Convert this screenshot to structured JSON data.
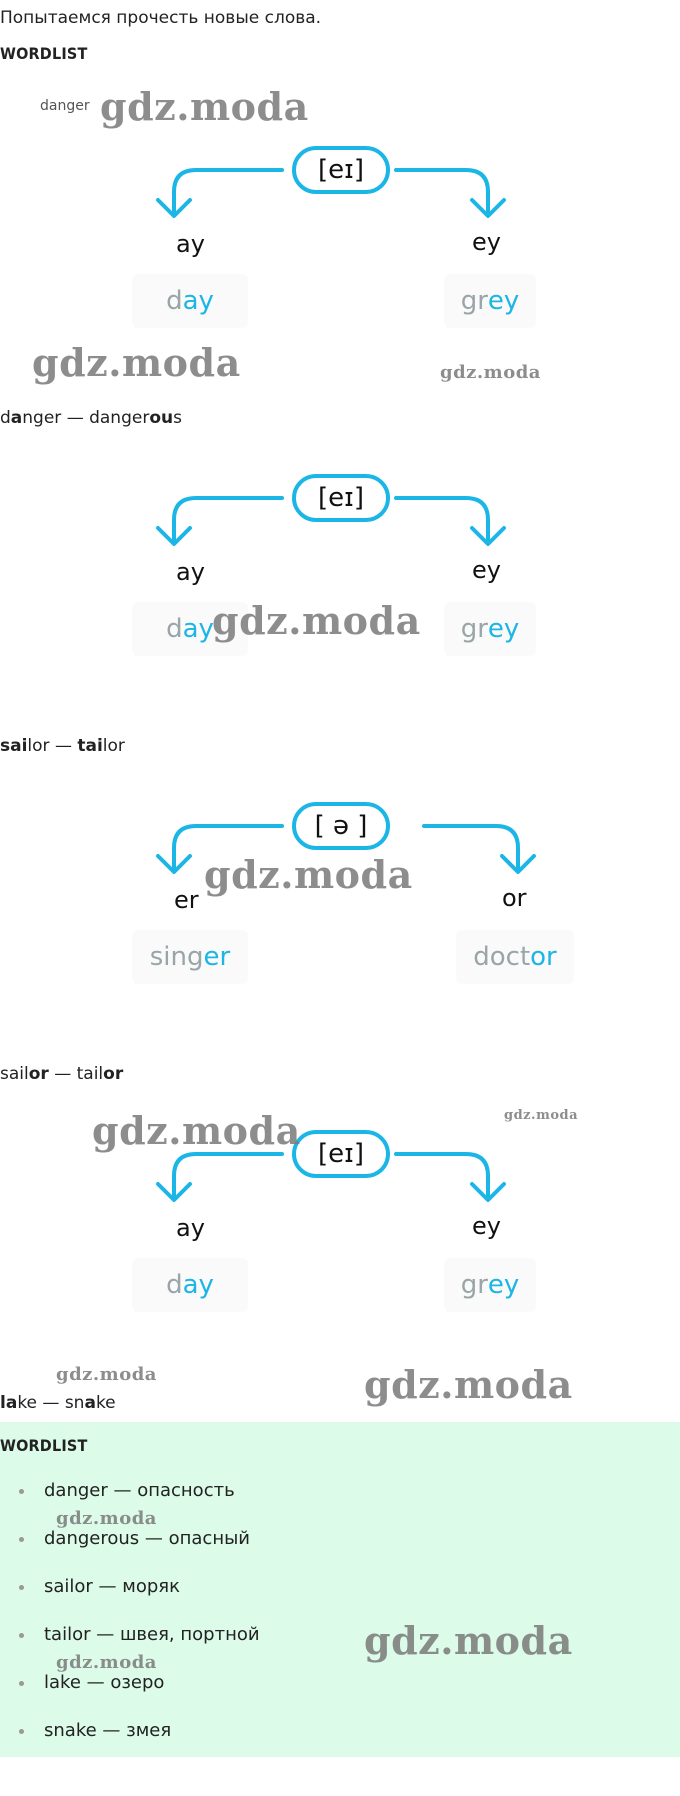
{
  "intro": "Попытаемся прочесть новые слова.",
  "wordlist_heading": "WORDLIST",
  "watermark": "gdz.moda",
  "top_partial_text": "danger",
  "diagrams": [
    {
      "sound": "[eɪ]",
      "left_spell": "ay",
      "right_spell": "ey",
      "left_word": {
        "base": "d",
        "hl": "ay"
      },
      "right_word": {
        "base": "gr",
        "hl": "ey"
      }
    },
    {
      "sound": "[eɪ]",
      "left_spell": "ay",
      "right_spell": "ey",
      "left_word": {
        "base": "d",
        "hl": "ay"
      },
      "right_word": {
        "base": "gr",
        "hl": "ey"
      }
    },
    {
      "sound": "[ ə ]",
      "left_spell": "er",
      "right_spell": "or",
      "left_word": {
        "base": "sing",
        "hl": "er"
      },
      "right_word": {
        "base": "doct",
        "hl": "or"
      }
    },
    {
      "sound": "[eɪ]",
      "left_spell": "ay",
      "right_spell": "ey",
      "left_word": {
        "base": "d",
        "hl": "ay"
      },
      "right_word": {
        "base": "gr",
        "hl": "ey"
      }
    }
  ],
  "pairs": [
    {
      "parts": [
        "d",
        "a",
        "nger — dange",
        "r",
        "ou",
        "s"
      ]
    },
    {
      "parts": [
        "",
        "sa",
        "",
        "i",
        "lor — ",
        "ta",
        "",
        "i",
        "lor"
      ]
    },
    {
      "parts": [
        "sail",
        "or",
        " — tail",
        "or"
      ]
    },
    {
      "parts": [
        "",
        "la",
        "ke — sn",
        "a",
        "ke"
      ]
    }
  ],
  "wordlist": [
    "danger — опасность",
    "dangerous — опасный",
    "sailor — моряк",
    "tailor — швея, портной",
    "lake — озеро",
    "snake — змея"
  ]
}
